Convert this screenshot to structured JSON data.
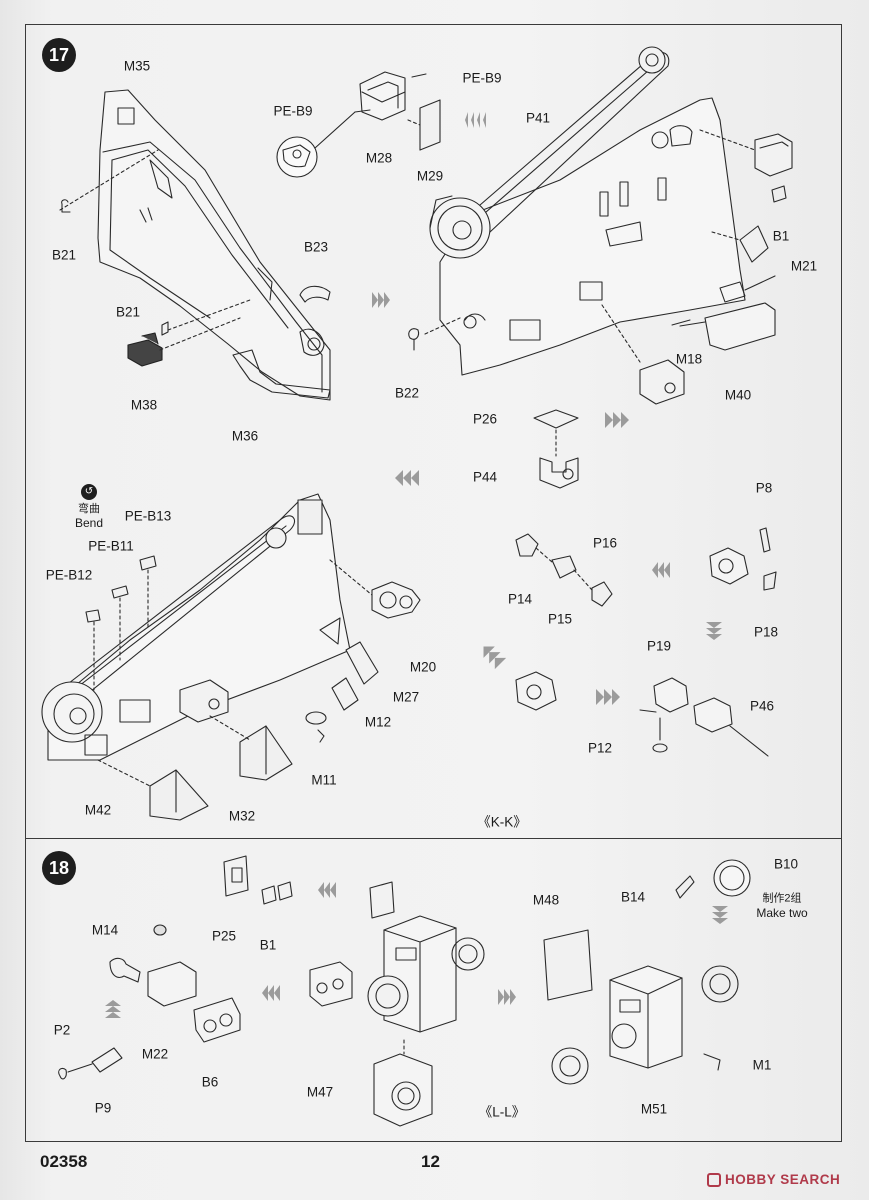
{
  "document": {
    "code": "02358",
    "page_number": "12",
    "watermark": "HOBBY SEARCH"
  },
  "step17": {
    "number": "17",
    "view_label": "《K-K》",
    "bend_note": {
      "cn": "弯曲",
      "en": "Bend"
    },
    "labels": {
      "M35": "M35",
      "PE_B9_a": "PE-B9",
      "PE_B9_b": "PE-B9",
      "M28": "M28",
      "M29": "M29",
      "P41": "P41",
      "B21_a": "B21",
      "B21_b": "B21",
      "B23": "B23",
      "M38": "M38",
      "M36": "M36",
      "B1": "B1",
      "M21": "M21",
      "B22": "B22",
      "M18": "M18",
      "M40": "M40",
      "P26": "P26",
      "P44": "P44",
      "P8": "P8",
      "PE_B13": "PE-B13",
      "PE_B11": "PE-B11",
      "PE_B12": "PE-B12",
      "P16": "P16",
      "P14": "P14",
      "P15": "P15",
      "P18": "P18",
      "M20": "M20",
      "M27": "M27",
      "M12": "M12",
      "M11": "M11",
      "M42": "M42",
      "M32": "M32",
      "P19": "P19",
      "P46": "P46",
      "P12": "P12"
    }
  },
  "step18": {
    "number": "18",
    "view_label": "《L-L》",
    "make_two": {
      "cn": "制作2组",
      "en": "Make two"
    },
    "labels": {
      "P25": "P25",
      "B1": "B1",
      "M14": "M14",
      "M22": "M22",
      "B6": "B6",
      "P2": "P2",
      "P9": "P9",
      "M47": "M47",
      "M48": "M48",
      "B14": "B14",
      "B10": "B10",
      "M1": "M1",
      "M51": "M51"
    }
  }
}
